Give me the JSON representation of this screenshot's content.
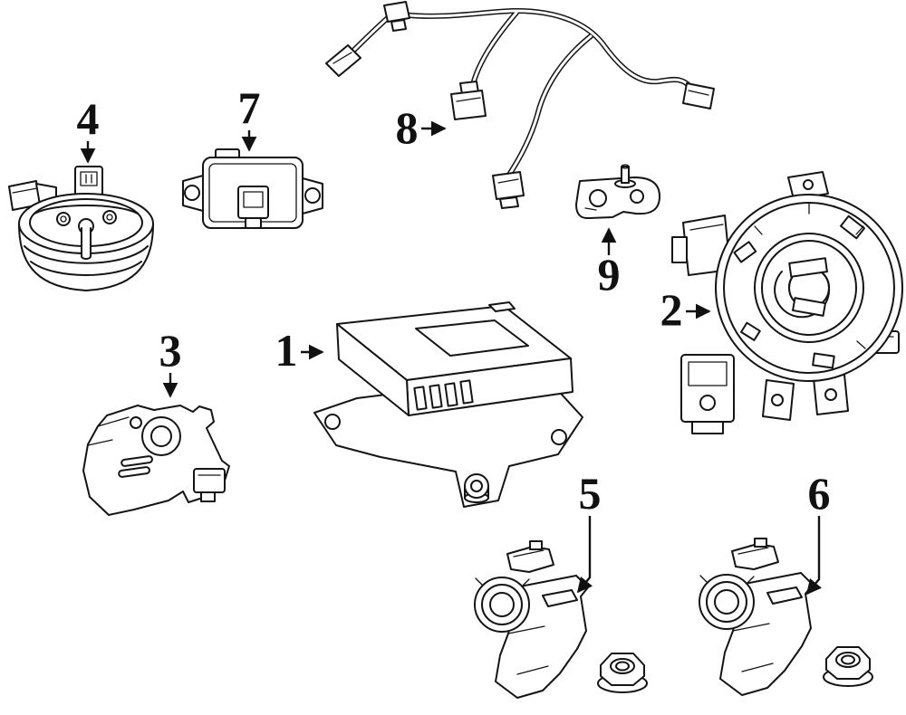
{
  "diagram": {
    "background_color": "#ffffff",
    "line_color": "#141414",
    "label_color": "#111111",
    "callouts": {
      "c1": {
        "label": "1",
        "illustration": "control-module"
      },
      "c2": {
        "label": "2",
        "illustration": "clockspring-coil"
      },
      "c3": {
        "label": "3",
        "illustration": "sensor-mounting-bracket"
      },
      "c4": {
        "label": "4",
        "illustration": "dome-sensor-assembly"
      },
      "c5": {
        "label": "5",
        "illustration": "side-impact-sensor-with-nut"
      },
      "c6": {
        "label": "6",
        "illustration": "side-impact-sensor-with-nut"
      },
      "c7": {
        "label": "7",
        "illustration": "electronic-module"
      },
      "c8": {
        "label": "8",
        "illustration": "wiring-harness"
      },
      "c9": {
        "label": "9",
        "illustration": "bracket-with-stud"
      }
    }
  }
}
